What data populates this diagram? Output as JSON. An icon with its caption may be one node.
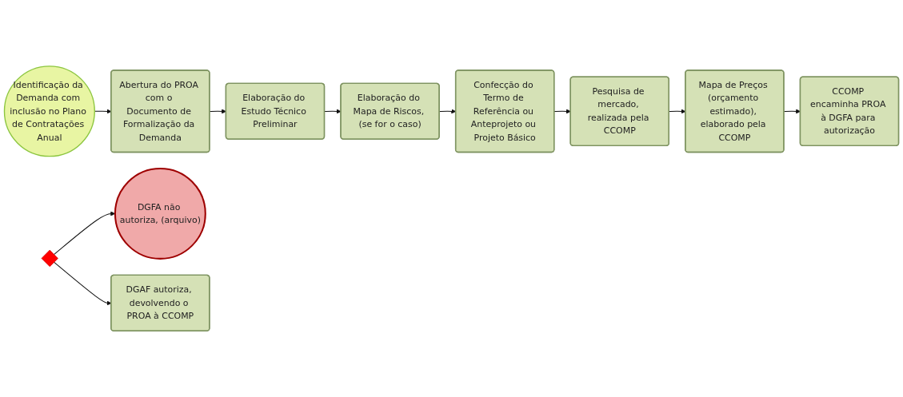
{
  "diagram": {
    "nodes": [
      {
        "text": [
          "Identificação da Demanda com inclusão no Plano de Contratações Anual"
        ]
      },
      {
        "text": [
          "Abertura do PROA com o Documento de Formalização da Demanda"
        ]
      },
      {
        "text": [
          "Elaboração do Estudo Técnico Preliminar"
        ]
      },
      {
        "text": [
          "Elaboração do Mapa de Riscos, (se for o caso)"
        ]
      },
      {
        "text": [
          "Confecção do Termo de Referência ou Anteprojeto ou Projeto Básico"
        ]
      },
      {
        "text": [
          "Pesquisa de mercado, realizada pela CCOMP"
        ]
      },
      {
        "text": [
          "Mapa de Preços (orçamento estimado), elaborado pela CCOMP"
        ]
      },
      {
        "text": [
          "CCOMP encaminha PROA à DGFA para autorização"
        ]
      },
      {
        "text": [],
        "shape": "diamond"
      },
      {
        "text": [
          "DGFA não autoriza, (arquivo)"
        ]
      },
      {
        "text": [
          "DGAF autoriza, devolvendo o PROA à CCOMP"
        ]
      }
    ],
    "edges": [
      {
        "from": 0,
        "to": 1,
        "arrow": "to"
      },
      {
        "from": 1,
        "to": 2,
        "arrow": "to"
      },
      {
        "from": 2,
        "to": 3,
        "arrow": "to"
      },
      {
        "from": 3,
        "to": 4,
        "arrow": "to"
      },
      {
        "from": 4,
        "to": 5,
        "arrow": "to"
      },
      {
        "from": 5,
        "to": 6,
        "arrow": "to"
      },
      {
        "from": 6,
        "to": 7,
        "arrow": "to"
      },
      {
        "from": 8,
        "to": 9,
        "arrow": "to"
      },
      {
        "from": 8,
        "to": 10,
        "arrow": "to"
      }
    ]
  }
}
